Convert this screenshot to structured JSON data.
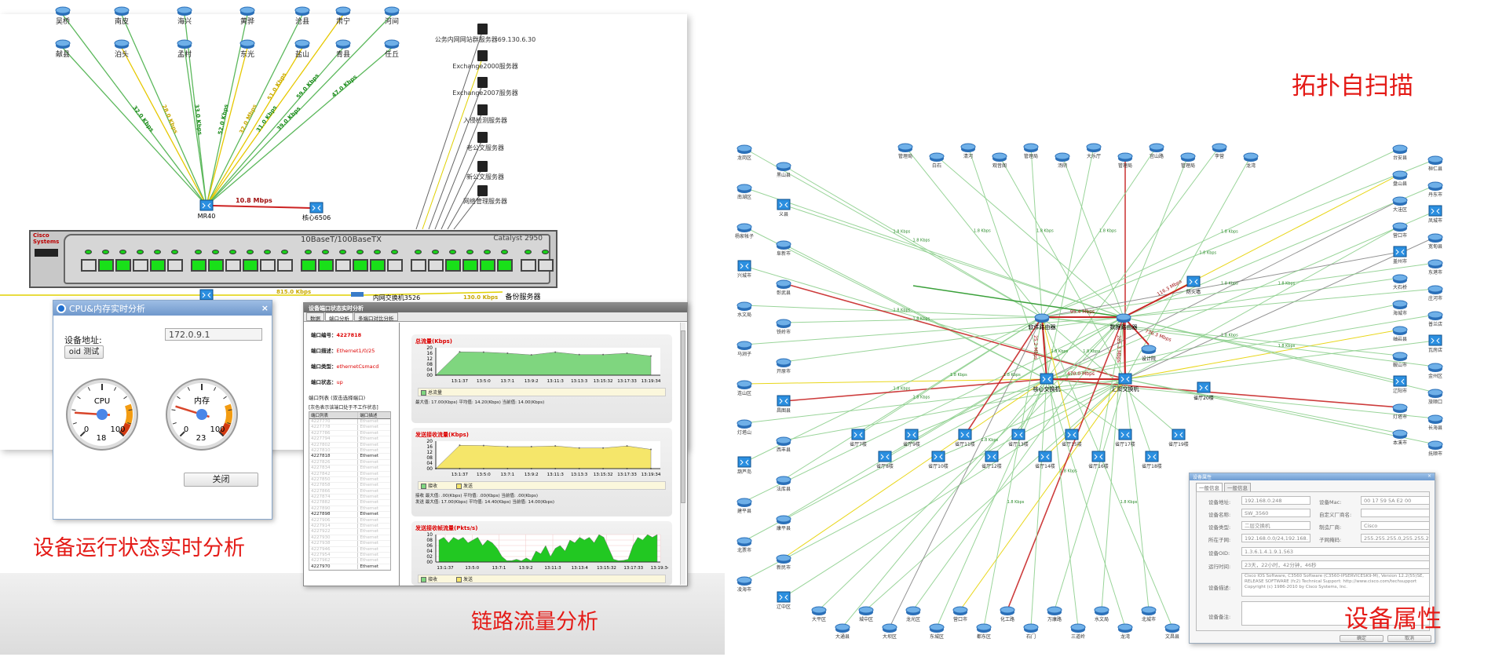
{
  "captions": {
    "runtime": "设备运行状态实时分析",
    "traffic": "链路流量分析",
    "topology": "拓扑自扫描",
    "properties": "设备属性"
  },
  "left_topology": {
    "routers_row1": [
      "吴桥",
      "南皮",
      "海兴",
      "黄骅",
      "沧县",
      "肃宁",
      "河间"
    ],
    "routers_row2": [
      "献县",
      "泊头",
      "孟村",
      "东光",
      "盐山",
      "青县",
      "任丘"
    ],
    "link_labels": [
      "32.0 Kbps",
      "28.0 Kbps",
      "33.0 Kbps",
      "52.0 Kbps",
      "32.0 Mbps",
      "31.0 Kbps",
      "39.0 Kbps",
      "51.0 Kbps",
      "59.0 Kbps",
      "47.0 Kbps"
    ],
    "core_switch": "MR40",
    "peer_switch": "核心6506",
    "core_link": "10.8 Mbps",
    "servers": [
      "公务内网网站群服务器69.130.6.30",
      "Exchange2000服务器",
      "Exchange2007服务器",
      "入侵检测服务器",
      "老公文服务器",
      "新公文服务器",
      "网络管理服务器"
    ],
    "backup_server": "备份服务器",
    "lan_switch": "内网交换机3526",
    "lan_links": [
      "815.0 Kbps",
      "130.0 Kbps"
    ],
    "device": {
      "brand": "Cisco Systems",
      "model": "10BaseT/100BaseTX",
      "name": "Catalyst 2950"
    },
    "ports_on": [
      0,
      1,
      1,
      0,
      1,
      0,
      1,
      1,
      0,
      1,
      0,
      0,
      1,
      1,
      0,
      1,
      1,
      0,
      0,
      0,
      1,
      1,
      1,
      1,
      0,
      0
    ]
  },
  "cpu_dialog": {
    "title": "CPU&内存实时分析",
    "close_icon": "×",
    "address_label": "设备地址:",
    "address_value": "172.0.9.1",
    "oid_button": "oid 测试",
    "gauges": [
      {
        "label": "CPU",
        "value": 18,
        "min": "0",
        "max": "100",
        "value_text": "18"
      },
      {
        "label": "内存",
        "value": 23,
        "min": "0",
        "max": "100",
        "value_text": "23"
      }
    ],
    "close_button": "关闭"
  },
  "port_window": {
    "title": "设备端口状态实时分析",
    "tabs": [
      "数据",
      "端口分析",
      "多端口对比分析"
    ],
    "active_tab": 1,
    "port_id_label": "端口编号：",
    "port_id": "4227818",
    "port_desc_label": "端口描述：",
    "port_desc": "Ethernet1/0/25",
    "port_type_label": "端口类型：",
    "port_type": "ethernetCsmacd",
    "port_status_label": "端口状态：",
    "port_status": "up",
    "list_hint": "端口列表  (双击选择端口)",
    "gray_hint": "[灰色表示该端口处于不工作状态]",
    "table_headers": [
      "端口列表",
      "端口描述"
    ],
    "rows": [
      {
        "id": "4227770",
        "desc": "Ethernet",
        "active": false
      },
      {
        "id": "4227778",
        "desc": "Ethernet",
        "active": false
      },
      {
        "id": "4227786",
        "desc": "Ethernet",
        "active": false
      },
      {
        "id": "4227794",
        "desc": "Ethernet",
        "active": false
      },
      {
        "id": "4227802",
        "desc": "Ethernet",
        "active": false
      },
      {
        "id": "4227810",
        "desc": "Ethernet",
        "active": false
      },
      {
        "id": "4227818",
        "desc": "Ethernet",
        "active": true
      },
      {
        "id": "4227826",
        "desc": "Ethernet",
        "active": false
      },
      {
        "id": "4227834",
        "desc": "Ethernet",
        "active": false
      },
      {
        "id": "4227842",
        "desc": "Ethernet",
        "active": false
      },
      {
        "id": "4227850",
        "desc": "Ethernet",
        "active": false
      },
      {
        "id": "4227858",
        "desc": "Ethernet",
        "active": false
      },
      {
        "id": "4227866",
        "desc": "Ethernet",
        "active": false
      },
      {
        "id": "4227874",
        "desc": "Ethernet",
        "active": false
      },
      {
        "id": "4227882",
        "desc": "Ethernet",
        "active": false
      },
      {
        "id": "4227890",
        "desc": "Ethernet",
        "active": false
      },
      {
        "id": "4227898",
        "desc": "Ethernet",
        "active": true
      },
      {
        "id": "4227906",
        "desc": "Ethernet",
        "active": false
      },
      {
        "id": "4227914",
        "desc": "Ethernet",
        "active": false
      },
      {
        "id": "4227922",
        "desc": "Ethernet",
        "active": false
      },
      {
        "id": "4227930",
        "desc": "Ethernet",
        "active": false
      },
      {
        "id": "4227938",
        "desc": "Ethernet",
        "active": false
      },
      {
        "id": "4227946",
        "desc": "Ethernet",
        "active": false
      },
      {
        "id": "4227954",
        "desc": "Ethernet",
        "active": false
      },
      {
        "id": "4227962",
        "desc": "Ethernet",
        "active": false
      },
      {
        "id": "4227970",
        "desc": "Ethernet",
        "active": true
      }
    ],
    "stats1": "最大值: 17.00(Kbps)   平均值: 14.20(Kbps)   当前值: 14.00(Kbps)",
    "stats2a": "接收   最大值: .00(Kbps)   平均值: .00(Kbps)   当前值: .00(Kbps)",
    "stats2b": "发送   最大值: 17.00(Kbps)   平均值: 14.40(Kbps)   当前值: 14.00(Kbps)"
  },
  "chart_data": [
    {
      "type": "area",
      "title": "总流量(Kbps)",
      "x": [
        "",
        "13:1:37",
        "13:5:0",
        "13:7:1",
        "13:9:2",
        "13:11:3",
        "13:13:3",
        "13:15:32",
        "13:17:33",
        "13:19:34"
      ],
      "yticks": [
        "00",
        "04",
        "08",
        "12",
        "16",
        "20"
      ],
      "ylim": [
        0,
        20
      ],
      "series": [
        {
          "name": "总流量",
          "color": "#7fd67f",
          "values": [
            0,
            17,
            16.8,
            16,
            14.8,
            16.8,
            15,
            15,
            16,
            14
          ]
        }
      ]
    },
    {
      "type": "area",
      "title": "发送接收流量(Kbps)",
      "x": [
        "",
        "13:1:37",
        "13:5:0",
        "13:7:1",
        "13:9:2",
        "13:11:3",
        "13:13:3",
        "13:15:32",
        "13:17:33",
        "13:19:34"
      ],
      "yticks": [
        "00",
        "04",
        "08",
        "12",
        "16",
        "20"
      ],
      "ylim": [
        0,
        20
      ],
      "series": [
        {
          "name": "接收",
          "color": "#7fd67f",
          "values": [
            0,
            0,
            0,
            0,
            0,
            0,
            0,
            0,
            0,
            0
          ]
        },
        {
          "name": "发送",
          "color": "#f5e66a",
          "values": [
            0,
            17,
            16.8,
            16,
            16,
            16.5,
            15,
            15,
            16.5,
            14
          ]
        }
      ]
    },
    {
      "type": "area",
      "title": "发送接收帧流量(Pkts/s)",
      "x": [
        "13:1:37",
        "13:5:0",
        "13:7:1",
        "13:9:2",
        "13:11:3",
        "13:13:4",
        "13:15:32",
        "13:17:33",
        "13:19:34"
      ],
      "yticks": [
        "00",
        "02",
        "04",
        "06",
        "08",
        "10"
      ],
      "ylim": [
        0,
        10
      ],
      "series": [
        {
          "name": "接收",
          "color": "#22c822",
          "values": [
            8,
            9,
            7,
            9,
            8,
            9,
            7,
            8,
            9,
            6,
            8,
            7,
            5,
            2,
            0.5,
            0.5,
            1,
            0.4,
            1.5,
            0.5,
            4,
            3,
            6,
            2,
            5,
            6,
            4,
            8,
            7,
            9,
            8,
            9,
            7,
            10,
            9,
            5,
            1,
            0.5,
            0.6,
            1,
            6,
            9,
            8,
            10,
            9,
            10
          ]
        },
        {
          "name": "发送",
          "color": "#f5e66a",
          "values": [
            3,
            3.5,
            3,
            4,
            3,
            3.5,
            3,
            3,
            3.5,
            2,
            2.5,
            2,
            1,
            0.5,
            0,
            0,
            0.5,
            0,
            0.5,
            0,
            1,
            1,
            2,
            1,
            2,
            2,
            2,
            3,
            3,
            3.5,
            3,
            3,
            3,
            3.5,
            3,
            2,
            0.5,
            0,
            0,
            0.5,
            2,
            3,
            3,
            3.5,
            3,
            3
          ]
        }
      ]
    }
  ],
  "right_topology": {
    "hubs": [
      "软件路由器",
      "数据路由器",
      "核心交换机",
      "汇聚交换机"
    ],
    "hub_links": [
      "95.4 Mbps",
      "470.0 Mbps",
      "25.2 Mbps",
      "285.3 Mbps",
      "116.3 Mbps",
      "736.3 Mbps"
    ],
    "extra_nodes": [
      "防火墙",
      "设计院",
      "省厅20楼"
    ],
    "top_nodes": [
      "管理局",
      "白石",
      "清河",
      "观音阁",
      "管理局",
      "汤阴",
      "大乐厅",
      "管理局",
      "宫山路",
      "管理局",
      "李营",
      "龙湾"
    ],
    "side_nodes": [
      "龙岗区",
      "南湖区",
      "杨家帐子",
      "兴城市",
      "水文局",
      "马涧子",
      "连山区",
      "灯塔山",
      "葫芦岛",
      "建平县",
      "北票市",
      "凌海市",
      "黑山县",
      "义县",
      "阜新市",
      "彰武县",
      "铁岭市",
      "开原市",
      "昌图县",
      "西丰县",
      "法库县",
      "康平县",
      "新民市",
      "辽中区",
      "台安县",
      "盘山县",
      "大洼区",
      "营口市",
      "盖州市",
      "大石桥",
      "海城市",
      "岫岩县",
      "鞍山市",
      "辽阳市",
      "灯塔市",
      "本溪市",
      "桓仁县",
      "丹东市",
      "凤城市",
      "宽甸县",
      "东港市",
      "庄河市",
      "普兰店",
      "瓦房店",
      "金州区",
      "旅顺口",
      "长海县",
      "抚顺市"
    ],
    "floor_nodes": [
      "省厅7楼",
      "省厅8楼",
      "省厅9楼",
      "省厅10楼",
      "省厅11楼",
      "省厅12楼",
      "省厅13楼",
      "省厅14楼",
      "省厅15楼",
      "省厅16楼",
      "省厅17楼",
      "省厅18楼",
      "省厅19楼"
    ],
    "bottom_nodes": [
      "大平区",
      "大通县",
      "城中区",
      "大坝区",
      "龙光区",
      "东城区",
      "营口市",
      "都东区",
      "化工路",
      "石门",
      "万康路",
      "三道岭",
      "水文局",
      "龙湾",
      "北城市",
      "文昌县"
    ],
    "link_label": "1.8 Kbps"
  },
  "props_dialog": {
    "title": "设备属性",
    "close_icon": "×",
    "tabs": [
      "一般信息",
      "一般信息"
    ],
    "fields": {
      "addr_label": "设备地址:",
      "addr": "192.168.0.248",
      "mac_label": "设备Mac:",
      "mac": "00 17 59 5A E2 00",
      "name_label": "设备名称:",
      "name": "SW_3560",
      "vendor_custom_label": "自定义厂商名:",
      "vendor_custom": "",
      "type_label": "设备类型:",
      "type": "二层交换机",
      "maker_label": "制造厂商:",
      "maker": "Cisco",
      "subnet_label": "所在子网:",
      "subnet": "192.168.0.0/24,192.168.",
      "mask_label": "子网掩码:",
      "mask": "255.255.255.0,255.255.2",
      "oid_label": "设备OID:",
      "oid": "1.3.6.1.4.1.9.1.563",
      "uptime_label": "运行时间:",
      "uptime": "23天，22小时，42分钟，46秒",
      "desc_label": "设备描述:",
      "desc": "Cisco IOS Software, C3560 Software (C3560-IPSERVICESK9-M), Version 12.2(55)SE, RELEASE SOFTWARE (fc2) Technical Support: http://www.cisco.com/techsupport Copyright (c) 1986-2010 by Cisco Systems, Inc.",
      "note_label": "设备备注:",
      "note": ""
    },
    "ok_button": "确定",
    "cancel_button": "取消"
  },
  "colors": {
    "caption": "#e41b17",
    "green_link": "#5cb85c",
    "yellow_link": "#e6c800",
    "red_link": "#cc2222"
  }
}
